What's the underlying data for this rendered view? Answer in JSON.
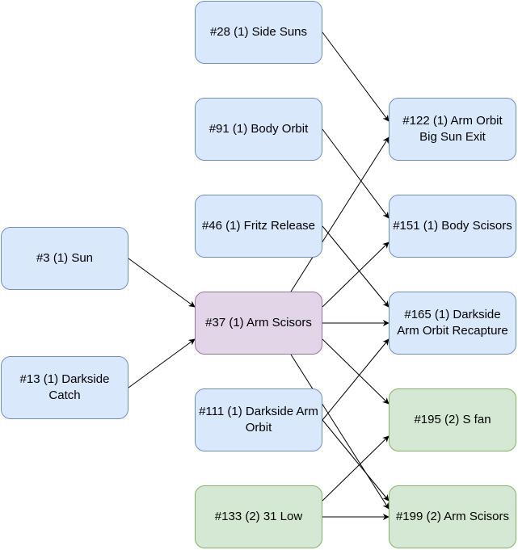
{
  "colors": {
    "blue_fill": "#dae8fc",
    "blue_stroke": "#6c8ebf",
    "purple_fill": "#e1d5e7",
    "purple_stroke": "#9673a6",
    "green_fill": "#d5e8d4",
    "green_stroke": "#82b366",
    "edge": "#000000"
  },
  "nodes": {
    "n3": {
      "label": "#3 (1) Sun",
      "color": "blue"
    },
    "n13": {
      "label": "#13 (1) Darkside\nCatch",
      "color": "blue"
    },
    "n28": {
      "label": "#28 (1) Side Suns",
      "color": "blue"
    },
    "n91": {
      "label": "#91 (1) Body Orbit",
      "color": "blue"
    },
    "n46": {
      "label": "#46 (1) Fritz Release",
      "color": "blue"
    },
    "n37": {
      "label": "#37 (1) Arm Scisors",
      "color": "purple"
    },
    "n111": {
      "label": "#111 (1) Darkside Arm\nOrbit",
      "color": "blue"
    },
    "n133": {
      "label": "#133 (2) 31 Low",
      "color": "green"
    },
    "n122": {
      "label": "#122 (1) Arm Orbit\nBig Sun Exit",
      "color": "blue"
    },
    "n151": {
      "label": "#151 (1) Body Scisors",
      "color": "blue"
    },
    "n165": {
      "label": "#165 (1) Darkside\nArm Orbit Recapture",
      "color": "blue"
    },
    "n195": {
      "label": "#195 (2) S fan",
      "color": "green"
    },
    "n199": {
      "label": "#199 (2) Arm Scisors",
      "color": "green"
    }
  },
  "edges": [
    {
      "from": "n3",
      "to": "n37"
    },
    {
      "from": "n13",
      "to": "n37"
    },
    {
      "from": "n28",
      "to": "n122"
    },
    {
      "from": "n91",
      "to": "n151"
    },
    {
      "from": "n46",
      "to": "n165"
    },
    {
      "from": "n37",
      "to": "n122"
    },
    {
      "from": "n37",
      "to": "n151"
    },
    {
      "from": "n37",
      "to": "n165"
    },
    {
      "from": "n37",
      "to": "n195"
    },
    {
      "from": "n37",
      "to": "n199"
    },
    {
      "from": "n111",
      "to": "n165"
    },
    {
      "from": "n111",
      "to": "n199"
    },
    {
      "from": "n133",
      "to": "n195"
    },
    {
      "from": "n133",
      "to": "n199"
    }
  ]
}
